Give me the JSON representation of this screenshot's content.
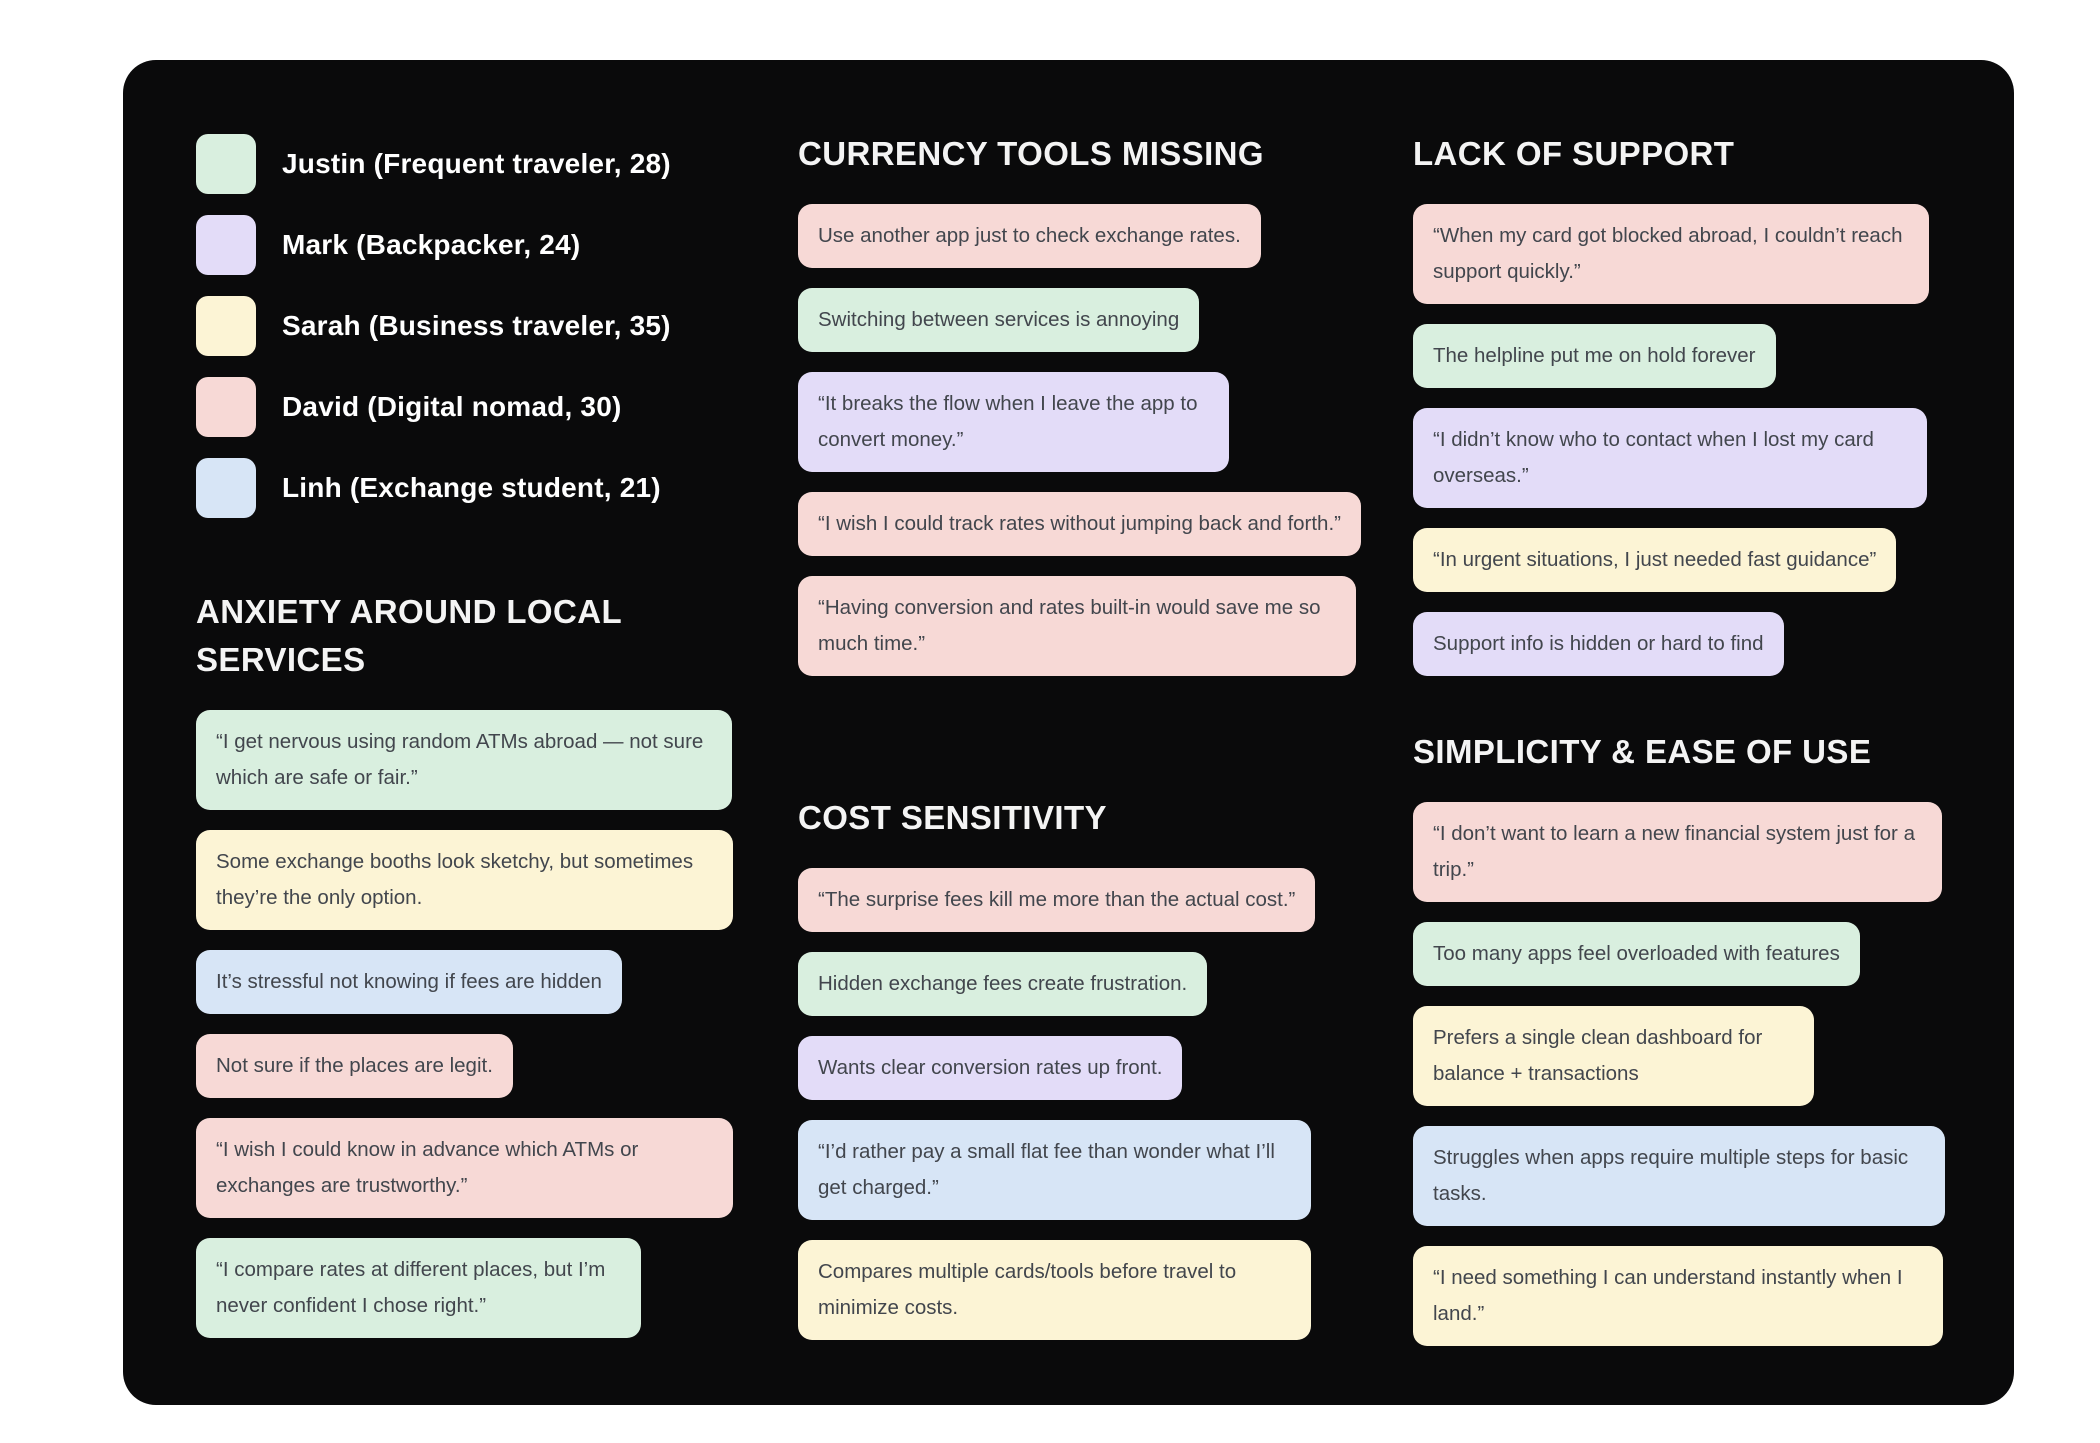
{
  "board": {
    "background": "#ffffff",
    "card_background": "#0a0a0b",
    "note_text_color": "#42464d",
    "heading_color": "#f4f4f4"
  },
  "palette": {
    "green": "#d9efdf",
    "purple": "#e3dcf8",
    "yellow": "#fcf4d5",
    "pink": "#f7d9d6",
    "blue": "#d7e5f6"
  },
  "legend": {
    "items": [
      {
        "id": "justin",
        "label": "Justin (Frequent traveler, 28)",
        "color": "green"
      },
      {
        "id": "mark",
        "label": "Mark (Backpacker, 24)",
        "color": "purple"
      },
      {
        "id": "sarah",
        "label": "Sarah (Business traveler, 35)",
        "color": "yellow"
      },
      {
        "id": "david",
        "label": "David (Digital nomad, 30)",
        "color": "pink"
      },
      {
        "id": "linh",
        "label": "Linh (Exchange student, 21)",
        "color": "blue"
      }
    ]
  },
  "sections": [
    {
      "id": "anxiety",
      "title": "ANXIETY AROUND LOCAL SERVICES",
      "column": 1,
      "notes": [
        {
          "text": "“I get nervous using random ATMs abroad — not sure which are safe or fair.”",
          "color": "green"
        },
        {
          "text": "Some exchange booths look sketchy, but sometimes they’re the only option.",
          "color": "yellow"
        },
        {
          "text": "It’s stressful not knowing if fees are hidden",
          "color": "blue"
        },
        {
          "text": "Not sure if the places are legit.",
          "color": "pink"
        },
        {
          "text": "“I wish I could know in advance which ATMs or exchanges are trustworthy.”",
          "color": "pink"
        },
        {
          "text": "“I compare rates at different places, but I’m never confident I chose right.”",
          "color": "green"
        }
      ]
    },
    {
      "id": "currency",
      "title": "CURRENCY TOOLS MISSING",
      "column": 2,
      "notes": [
        {
          "text": "Use another app just to check exchange rates.",
          "color": "pink"
        },
        {
          "text": "Switching between services is annoying",
          "color": "green"
        },
        {
          "text": "“It breaks the flow when I leave the app to convert money.”",
          "color": "purple"
        },
        {
          "text": "“I wish I could track rates without jumping back and forth.”",
          "color": "pink"
        },
        {
          "text": "“Having conversion and rates built-in would save me so much time.”",
          "color": "pink"
        }
      ]
    },
    {
      "id": "cost",
      "title": "COST SENSITIVITY",
      "column": 2,
      "notes": [
        {
          "text": "“The surprise fees kill me more than the actual cost.”",
          "color": "pink"
        },
        {
          "text": "Hidden exchange fees create frustration.",
          "color": "green"
        },
        {
          "text": "Wants clear conversion rates up front.",
          "color": "purple"
        },
        {
          "text": "“I’d rather pay a small flat fee than wonder what I’ll get charged.”",
          "color": "blue"
        },
        {
          "text": "Compares multiple cards/tools before travel to minimize costs.",
          "color": "yellow"
        }
      ]
    },
    {
      "id": "support",
      "title": "LACK OF SUPPORT",
      "column": 3,
      "notes": [
        {
          "text": "“When my card got blocked abroad, I couldn’t reach support quickly.”",
          "color": "pink"
        },
        {
          "text": "The helpline put me on hold forever",
          "color": "green"
        },
        {
          "text": "“I didn’t know who to contact when I lost my card overseas.”",
          "color": "purple"
        },
        {
          "text": "“In urgent situations, I just needed fast guidance”",
          "color": "yellow"
        },
        {
          "text": "Support info is hidden or hard to find",
          "color": "purple"
        }
      ]
    },
    {
      "id": "simplicity",
      "title": "SIMPLICITY & EASE OF USE",
      "column": 3,
      "notes": [
        {
          "text": "“I don’t want to learn a new financial system just for a trip.”",
          "color": "pink"
        },
        {
          "text": "Too many apps feel overloaded with features",
          "color": "green"
        },
        {
          "text": "Prefers a single clean dashboard for balance + transactions",
          "color": "yellow"
        },
        {
          "text": "Struggles when apps require multiple steps for basic tasks.",
          "color": "blue"
        },
        {
          "text": "“I need something I can understand instantly when I land.”",
          "color": "yellow"
        }
      ]
    }
  ]
}
